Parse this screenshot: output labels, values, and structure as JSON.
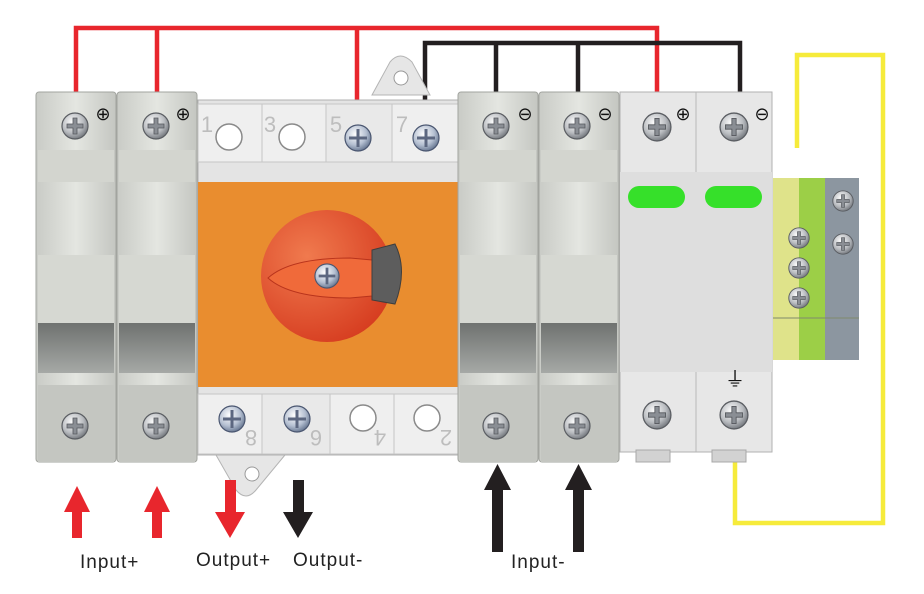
{
  "colors": {
    "wire_red": "#e8262d",
    "wire_black": "#231f20",
    "wire_yellow": "#f6eb3b",
    "switch_orange": "#e98d2f",
    "knob_red": "#e54a2a",
    "indicator_green": "#36e02a",
    "module_body": "#dcdcdc",
    "ground_bar_green": "#9ccf47",
    "ground_bar_yellow": "#dfe38a",
    "neutral_bar_gray": "#8c96a0"
  },
  "breakers_left": [
    {
      "polarity": "⊕"
    },
    {
      "polarity": "⊕"
    }
  ],
  "breakers_right": [
    {
      "polarity": "⊖"
    },
    {
      "polarity": "⊖"
    }
  ],
  "surge_protector": {
    "top_terminals": [
      {
        "polarity": "⊕"
      },
      {
        "polarity": "⊖"
      }
    ],
    "ground_symbol": "⏚"
  },
  "isolator_switch": {
    "top_terminals": [
      "1",
      "3",
      "5",
      "7"
    ],
    "bottom_terminals": [
      "8",
      "6",
      "4",
      "2"
    ]
  },
  "labels": {
    "input_plus": "Input+",
    "output_plus": "Output+",
    "output_minus": "Output-",
    "input_minus": "Input-"
  }
}
